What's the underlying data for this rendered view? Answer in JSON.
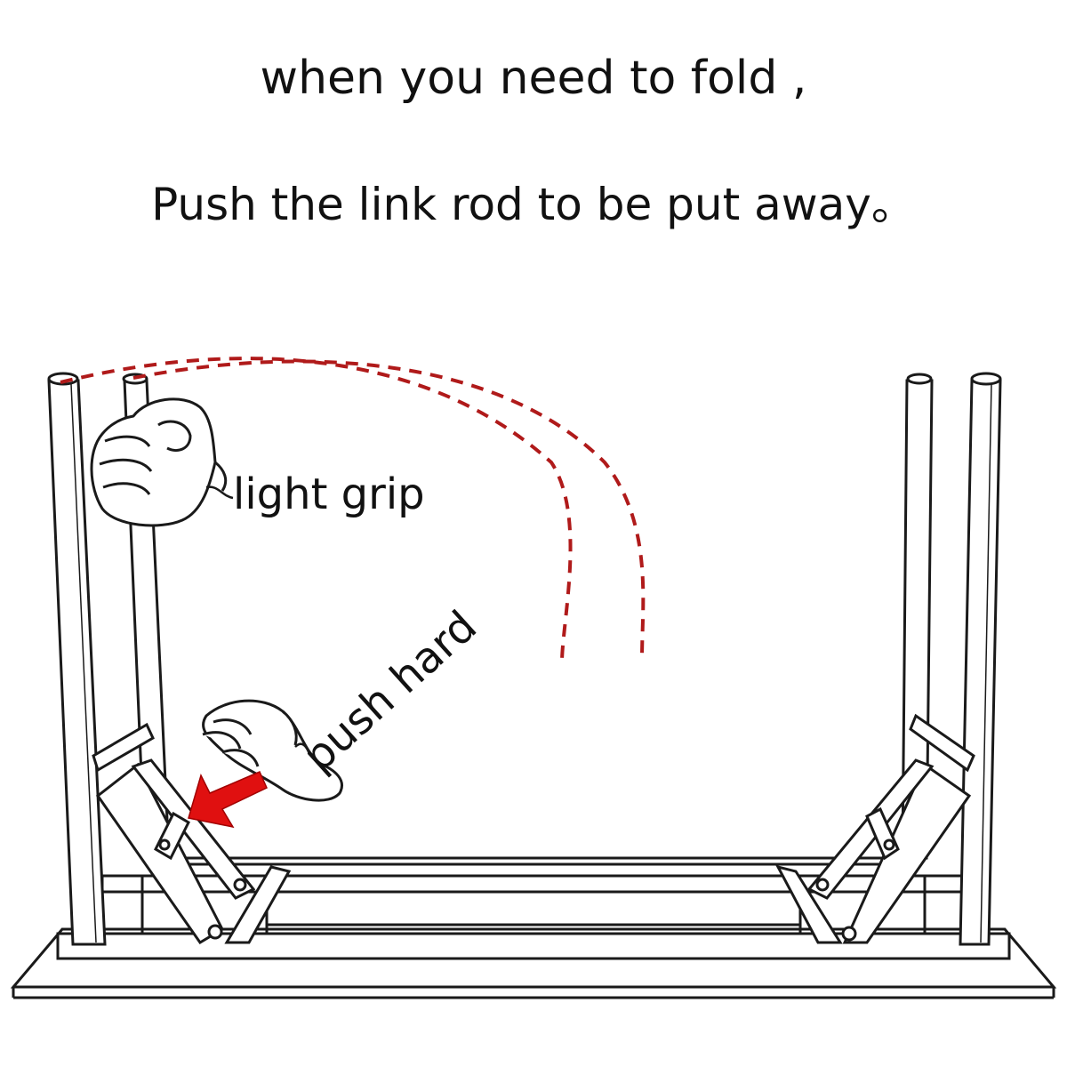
{
  "instructions": {
    "line1": "when you need to fold ,",
    "line2": "Push the link rod to be put away。"
  },
  "labels": {
    "light_grip": "light grip",
    "push_hard": "push hard"
  },
  "colors": {
    "line": "#1a1a1a",
    "accent": "#e01010",
    "dashed": "#b01a1a",
    "background": "#ffffff"
  }
}
